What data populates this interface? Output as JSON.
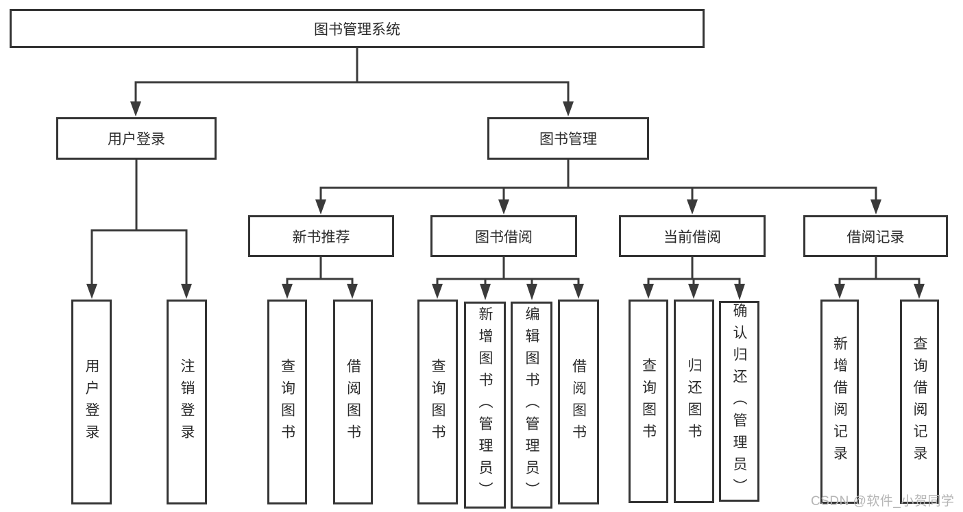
{
  "diagram_title": "图书管理系统",
  "nodes": {
    "root": "图书管理系统",
    "user_login": "用户登录",
    "book_mgmt": "图书管理",
    "new_book": "新书推荐",
    "borrow": "图书借阅",
    "current": "当前借阅",
    "records": "借阅记录",
    "user_leaves": [
      "用户登录",
      "注销登录"
    ],
    "new_book_leaves": [
      "查询图书",
      "借阅图书"
    ],
    "borrow_leaves": [
      "查询图书",
      "新增图书（管理员）",
      "编辑图书（管理员）",
      "借阅图书"
    ],
    "current_leaves": [
      "查询图书",
      "归还图书",
      "确认归还（管理员）"
    ],
    "records_leaves": [
      "新增借阅记录",
      "查询借阅记录"
    ]
  },
  "watermark": "CSDN @软件_小贺同学",
  "colors": {
    "line": "#3a3a3a",
    "box_border": "#343434",
    "text": "#2b2b2b",
    "watermark": "#b5b5b5",
    "background": "#ffffff"
  }
}
